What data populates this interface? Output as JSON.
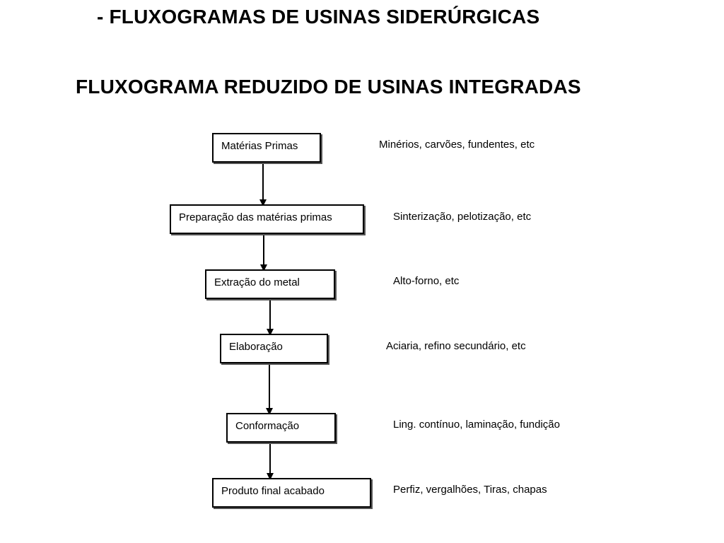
{
  "header": {
    "title": "- FLUXOGRAMAS DE USINAS SIDERÚRGICAS",
    "subtitle": "FLUXOGRAMA REDUZIDO DE USINAS INTEGRADAS"
  },
  "flow": {
    "steps": [
      {
        "label": "Matérias Primas",
        "note": "Minérios, carvões, fundentes, etc"
      },
      {
        "label": "Preparação das matérias primas",
        "note": "Sinterização, pelotização, etc"
      },
      {
        "label": "Extração do metal",
        "note": "Alto-forno, etc"
      },
      {
        "label": "Elaboração",
        "note": "Aciaria, refino secundário, etc"
      },
      {
        "label": "Conformação",
        "note": "Ling. contínuo, laminação, fundição"
      },
      {
        "label": "Produto final acabado",
        "note": "Perfiz, vergalhões, Tiras, chapas"
      }
    ]
  }
}
